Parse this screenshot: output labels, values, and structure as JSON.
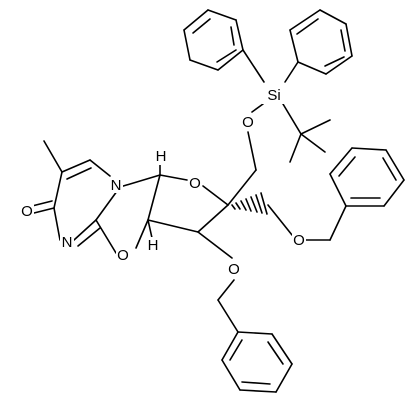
{
  "structure": {
    "atoms": {
      "si": "Si",
      "o_silyl": "O",
      "o_ring": "O",
      "o_benzyl_upper": "O",
      "o_benzyl_lower": "O",
      "o_oxazoline": "O",
      "o_carbonyl": "O",
      "n_pyrimidine": "N",
      "n_imine": "N",
      "h_top": "H",
      "h_bottom": "H"
    }
  }
}
